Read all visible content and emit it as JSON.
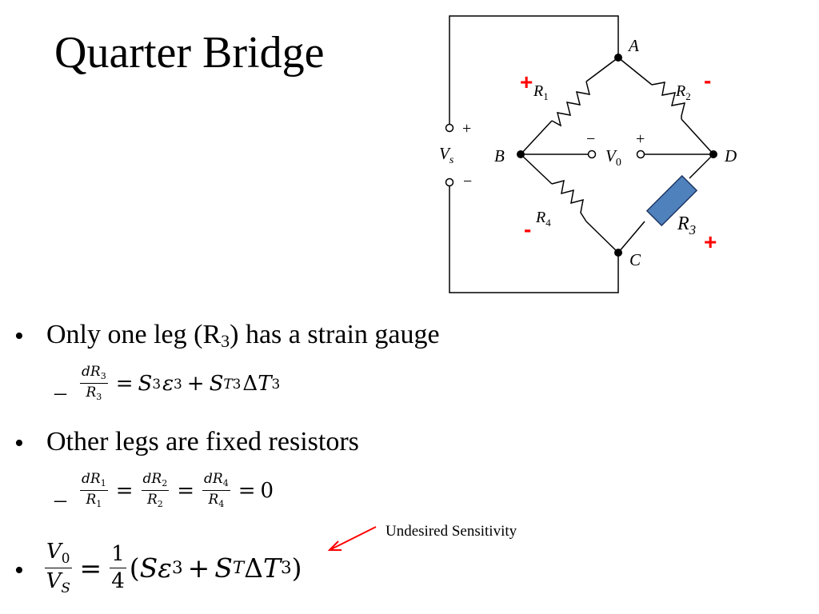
{
  "slide": {
    "title": "Quarter Bridge"
  },
  "circuit": {
    "node_labels": [
      "A",
      "B",
      "C",
      "D"
    ],
    "resistors": [
      "R1",
      "R2",
      "R3",
      "R4"
    ],
    "supply_label": "Vs",
    "output_label": "V0",
    "polarity_marks": {
      "r1": "+",
      "r2": "-",
      "r3": "+",
      "r4": "-"
    },
    "colors": {
      "polarity": "#ff0000",
      "strain_gauge_fill": "#4f81bd",
      "strain_gauge_stroke": "#1f3864",
      "wire": "#000000"
    }
  },
  "bullets": [
    {
      "text_before": "Only one leg (R",
      "subscript": "3",
      "text_after": ") has a strain gauge",
      "sub_item": "dR3/R3 = S3 ε3 + ST3 ΔT3"
    },
    {
      "text": "Other legs are fixed resistors",
      "sub_item": "dR1/R1 = dR2/R2 = dR4/R4 = 0"
    },
    {
      "formula": "V0/VS = 1/4 (S ε3 + ST ΔT3)"
    }
  ],
  "annotation": {
    "text": "Undesired Sensitivity",
    "arrow_color": "#ff0000"
  }
}
